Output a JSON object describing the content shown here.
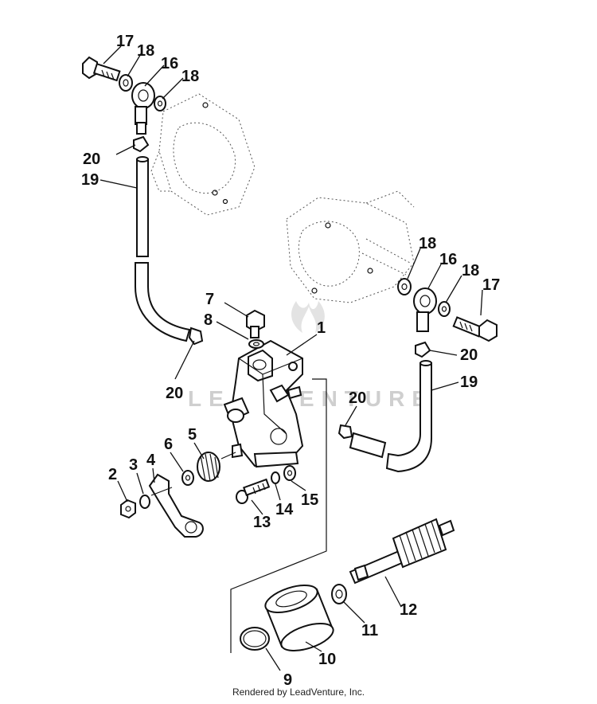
{
  "watermark": "LEADVENTURE",
  "footer": {
    "credit": "Rendered by LeadVenture, Inc."
  },
  "callouts": {
    "c1": "1",
    "c2": "2",
    "c3": "3",
    "c4": "4",
    "c5": "5",
    "c6": "6",
    "c7": "7",
    "c8": "8",
    "c9": "9",
    "c10": "10",
    "c11": "11",
    "c12": "12",
    "c13": "13",
    "c14": "14",
    "c15": "15",
    "c16a": "16",
    "c16b": "16",
    "c17a": "17",
    "c17b": "17",
    "c18a": "18",
    "c18b": "18",
    "c18c": "18",
    "c18d": "18",
    "c19a": "19",
    "c19b": "19",
    "c20a": "20",
    "c20b": "20",
    "c20c": "20",
    "c20d": "20"
  }
}
